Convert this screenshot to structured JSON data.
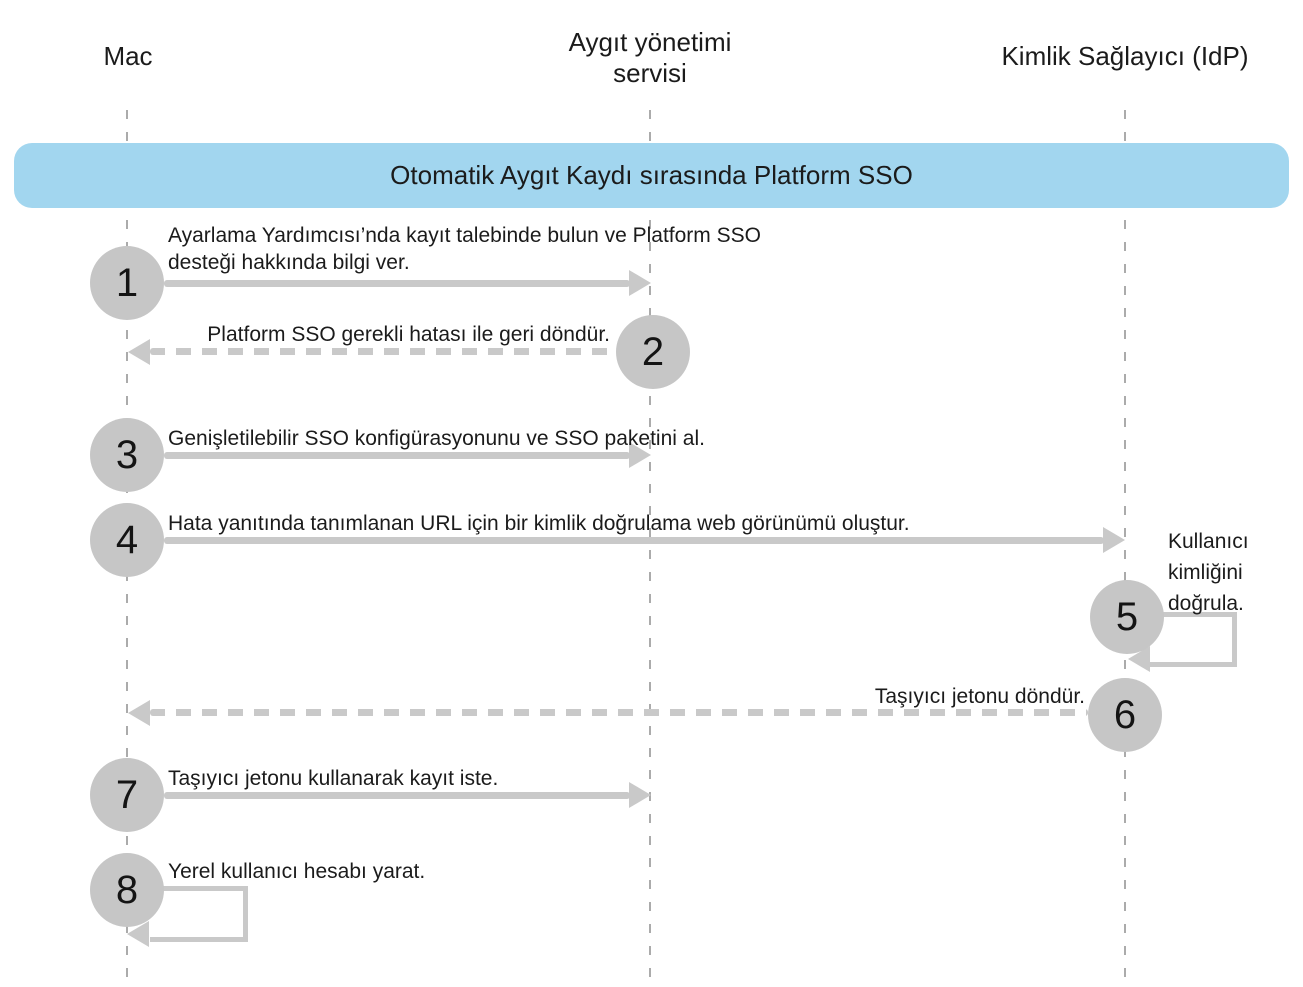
{
  "colors": {
    "banner": "#a2d6ef",
    "circle": "#c6c6c6",
    "arrow": "#c9c9c9",
    "lifeline": "#ababab",
    "text": "#1b1b1b"
  },
  "lanes": [
    {
      "id": "mac",
      "label": "Mac"
    },
    {
      "id": "device-management-service",
      "label": "Aygıt yönetimi\nservisi"
    },
    {
      "id": "identity-provider",
      "label": "Kimlik Sağlayıcı (IdP)"
    }
  ],
  "banner": {
    "title": "Otomatik Aygıt Kaydı sırasında Platform SSO"
  },
  "steps": [
    {
      "number": "1",
      "from": "mac",
      "to": "device-management-service",
      "style": "solid",
      "label": "Ayarlama Yardımcısı’nda kayıt talebinde bulun ve Platform SSO desteği hakkında bilgi ver."
    },
    {
      "number": "2",
      "from": "device-management-service",
      "to": "mac",
      "style": "dashed",
      "label": "Platform SSO gerekli hatası ile geri döndür."
    },
    {
      "number": "3",
      "from": "mac",
      "to": "device-management-service",
      "style": "solid",
      "label": "Genişletilebilir SSO konfigürasyonunu ve SSO paketini al."
    },
    {
      "number": "4",
      "from": "mac",
      "to": "identity-provider",
      "style": "solid",
      "label": "Hata yanıtında tanımlanan URL için bir kimlik doğrulama web görünümü oluştur."
    },
    {
      "number": "5",
      "from": "identity-provider",
      "to": "identity-provider",
      "style": "self-loop",
      "label": "Kullanıcı kimliğini doğrula."
    },
    {
      "number": "6",
      "from": "identity-provider",
      "to": "mac",
      "style": "dashed",
      "label": "Taşıyıcı jetonu döndür."
    },
    {
      "number": "7",
      "from": "mac",
      "to": "device-management-service",
      "style": "solid",
      "label": "Taşıyıcı jetonu kullanarak kayıt iste."
    },
    {
      "number": "8",
      "from": "mac",
      "to": "mac",
      "style": "self-loop",
      "label": "Yerel kullanıcı hesabı yarat."
    }
  ]
}
